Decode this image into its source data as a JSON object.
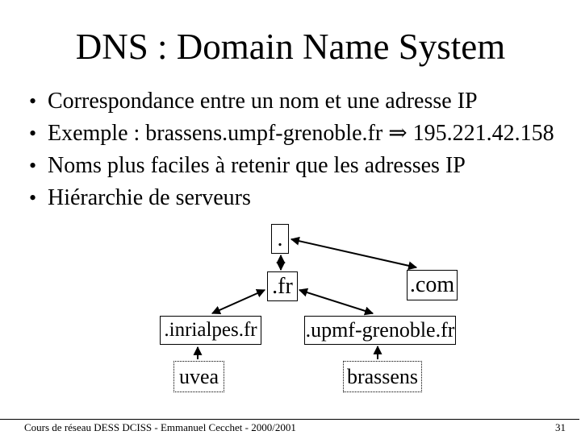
{
  "slide": {
    "title": "DNS : Domain Name System",
    "bullet_marker": "•",
    "bullets": [
      "Correspondance entre un nom et une adresse IP",
      "Exemple : brassens.umpf-grenoble.fr ⇒ 195.221.42.158",
      "Noms plus faciles à retenir que les adresses IP",
      "Hiérarchie de serveurs"
    ]
  },
  "diagram": {
    "nodes": {
      "root": {
        "label": ".",
        "border": "solid"
      },
      "fr": {
        "label": ".fr",
        "border": "solid"
      },
      "com": {
        "label": ".com",
        "border": "solid"
      },
      "inrialpes": {
        "label": ".inrialpes.fr",
        "border": "solid"
      },
      "upmf": {
        "label": ".upmf-grenoble.fr",
        "border": "solid"
      },
      "uvea": {
        "label": "uvea",
        "border": "dotted"
      },
      "brassens": {
        "label": "brassens",
        "border": "dotted"
      }
    },
    "edges": [
      {
        "from": "root",
        "to": "fr",
        "arrows": "both"
      },
      {
        "from": "root",
        "to": "com",
        "arrows": "both"
      },
      {
        "from": "fr",
        "to": "inrialpes",
        "arrows": "both"
      },
      {
        "from": "fr",
        "to": "upmf",
        "arrows": "both"
      },
      {
        "from": "uvea",
        "to": "inrialpes",
        "arrows": "end"
      },
      {
        "from": "brassens",
        "to": "upmf",
        "arrows": "end"
      }
    ]
  },
  "footer": {
    "course": "Cours de réseau DESS DCISS - Emmanuel Cecchet - 2000/2001",
    "page_number": "31"
  },
  "colors": {
    "background": "#ffffff",
    "text": "#000000",
    "line": "#000000"
  }
}
